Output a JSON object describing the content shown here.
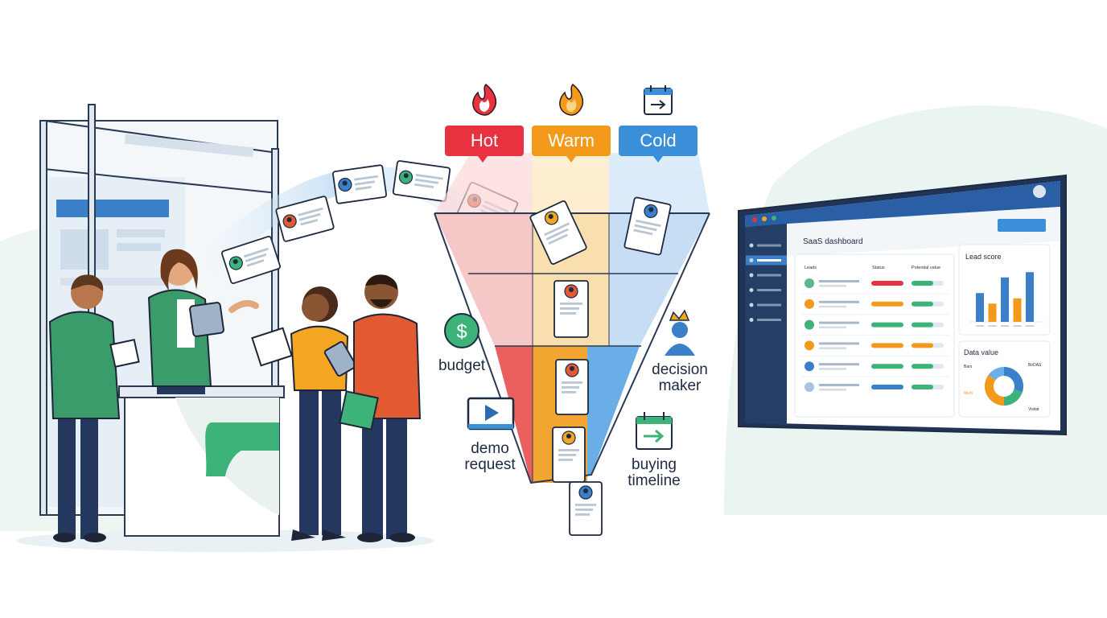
{
  "tiers": [
    {
      "label": "Hot",
      "color": "#e8323f",
      "icon": "flame-icon"
    },
    {
      "label": "Warm",
      "color": "#f39a1a",
      "icon": "flame-icon"
    },
    {
      "label": "Cold",
      "color": "#3a8fd8",
      "icon": "calendar-arrow-icon"
    }
  ],
  "criteria": {
    "budget": "budget",
    "demo_line1": "demo",
    "demo_line2": "request",
    "decision_line1": "decision",
    "decision_line2": "maker",
    "timeline_line1": "buying",
    "timeline_line2": "timeline"
  },
  "dashboard": {
    "title": "SaaS dashboard",
    "columns": [
      "Leads",
      "Status",
      "Potential value"
    ],
    "lead_score_title": "Lead score",
    "lead_score_values": [
      0.55,
      0.35,
      0.85,
      0.45,
      0.95
    ],
    "data_value_title": "Data value",
    "donut_labels": [
      "Bars",
      "BirDAS",
      "Mum",
      "Visitat"
    ],
    "donut_shares": [
      0.3,
      0.2,
      0.35,
      0.15
    ],
    "rows": [
      {
        "dot": "#5cb88a",
        "status": "#e8323f",
        "value": "#3db37a"
      },
      {
        "dot": "#f39a1a",
        "status": "#f39a1a",
        "value": "#3db37a"
      },
      {
        "dot": "#3db37a",
        "status": "#3db37a",
        "value": "#3db37a"
      },
      {
        "dot": "#f39a1a",
        "status": "#f39a1a",
        "value": "#f39a1a"
      },
      {
        "dot": "#3a7fc8",
        "status": "#3db37a",
        "value": "#3db37a"
      },
      {
        "dot": "#a7c4e0",
        "status": "#3a7fc8",
        "value": "#3db37a"
      }
    ]
  }
}
